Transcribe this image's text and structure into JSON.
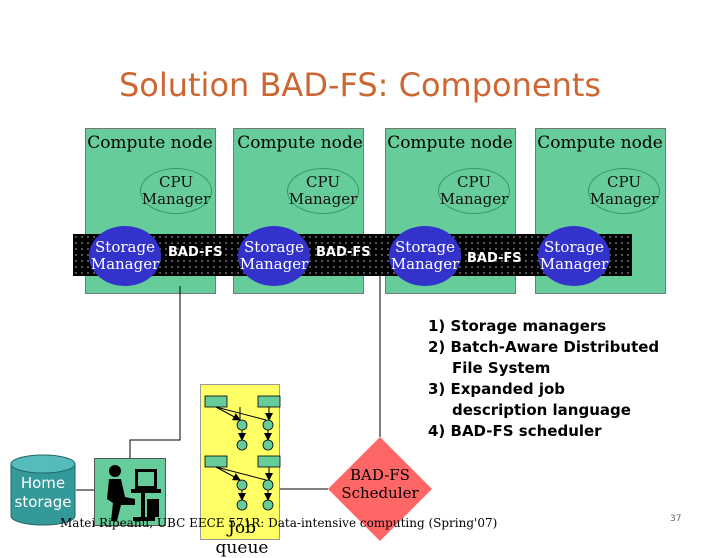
{
  "slide": {
    "title": "Solution BAD-FS: Components",
    "page_number": "37",
    "footer": "Matei Ripeanu, UBC   EECE 571R: Data-intensive computing (Spring'07)"
  },
  "compute_nodes": [
    {
      "label": "Compute node",
      "cpu": "CPU Manager",
      "storage": "Storage Manager"
    },
    {
      "label": "Compute node",
      "cpu": "CPU Manager",
      "storage": "Storage Manager"
    },
    {
      "label": "Compute node",
      "cpu": "CPU Manager",
      "storage": "Storage Manager"
    },
    {
      "label": "Compute node",
      "cpu": "CPU Manager",
      "storage": "Storage Manager"
    }
  ],
  "badfs_label": "BAD-FS",
  "components_list": [
    {
      "main": "1) Storage managers",
      "cont": ""
    },
    {
      "main": "2) Batch-Aware Distributed",
      "cont": "File System"
    },
    {
      "main": "3) Expanded job",
      "cont": "description language"
    },
    {
      "main": "4) BAD-FS scheduler",
      "cont": ""
    }
  ],
  "job_queue": {
    "label": "Job queue"
  },
  "scheduler": {
    "label": "BAD-FS Scheduler"
  },
  "home_storage": {
    "label": "Home storage"
  },
  "user_icon": "computer-user-icon",
  "colors": {
    "title": "#cc6633",
    "compute_node": "#66cc99",
    "storage_manager": "#3333cc",
    "band": "#000000",
    "job_queue": "#ffff66",
    "scheduler": "#ff6666",
    "home_storage": "#339999"
  }
}
